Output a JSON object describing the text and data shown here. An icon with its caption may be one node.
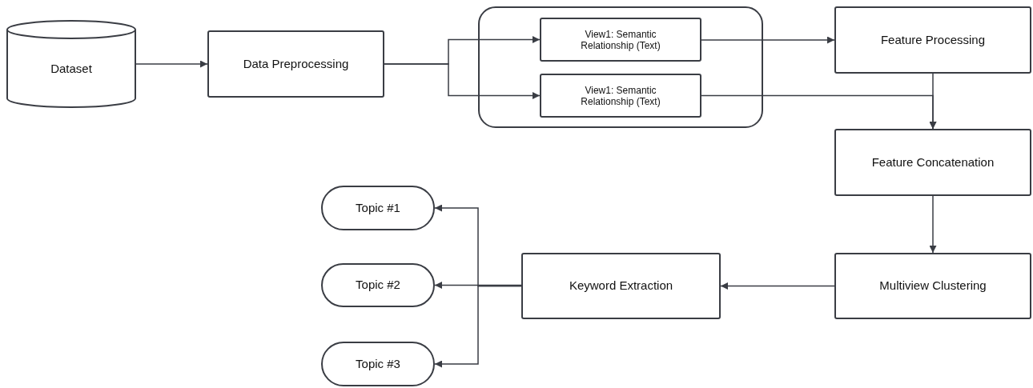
{
  "diagram": {
    "nodes": [
      {
        "text": [
          "Dataset"
        ]
      },
      {
        "text": [
          "Data Preprocessing"
        ]
      },
      {
        "text": [],
        "shape": "box"
      },
      {
        "text": [
          "View1: Semantic Relationship (Text)"
        ],
        "in": 2
      },
      {
        "text": [
          "View1: Semantic Relationship (Text)"
        ],
        "in": 2
      },
      {
        "text": [
          "Feature Processing"
        ]
      },
      {
        "text": [
          "Feature Concatenation"
        ]
      },
      {
        "text": [
          "Multiview Clustering"
        ]
      },
      {
        "text": [
          "Keyword Extraction"
        ]
      },
      {
        "text": [
          "Topic #1"
        ]
      },
      {
        "text": [
          "Topic #2"
        ]
      },
      {
        "text": [
          "Topic #3"
        ]
      }
    ],
    "edges": [
      {
        "from": 0,
        "to": 1,
        "arrow": "to"
      },
      {
        "from": 1,
        "to": 3,
        "arrow": "to"
      },
      {
        "from": 1,
        "to": 4,
        "arrow": "to"
      },
      {
        "from": 3,
        "to": 5,
        "arrow": "to"
      },
      {
        "from": 4,
        "to": 6,
        "arrow": "to"
      },
      {
        "from": 5,
        "to": 6,
        "arrow": "to"
      },
      {
        "from": 6,
        "to": 7,
        "arrow": "to"
      },
      {
        "from": 7,
        "to": 8,
        "arrow": "to"
      },
      {
        "from": 8,
        "to": 9,
        "arrow": "to"
      },
      {
        "from": 8,
        "to": 10,
        "arrow": "to"
      },
      {
        "from": 8,
        "to": 11,
        "arrow": "to"
      }
    ]
  }
}
